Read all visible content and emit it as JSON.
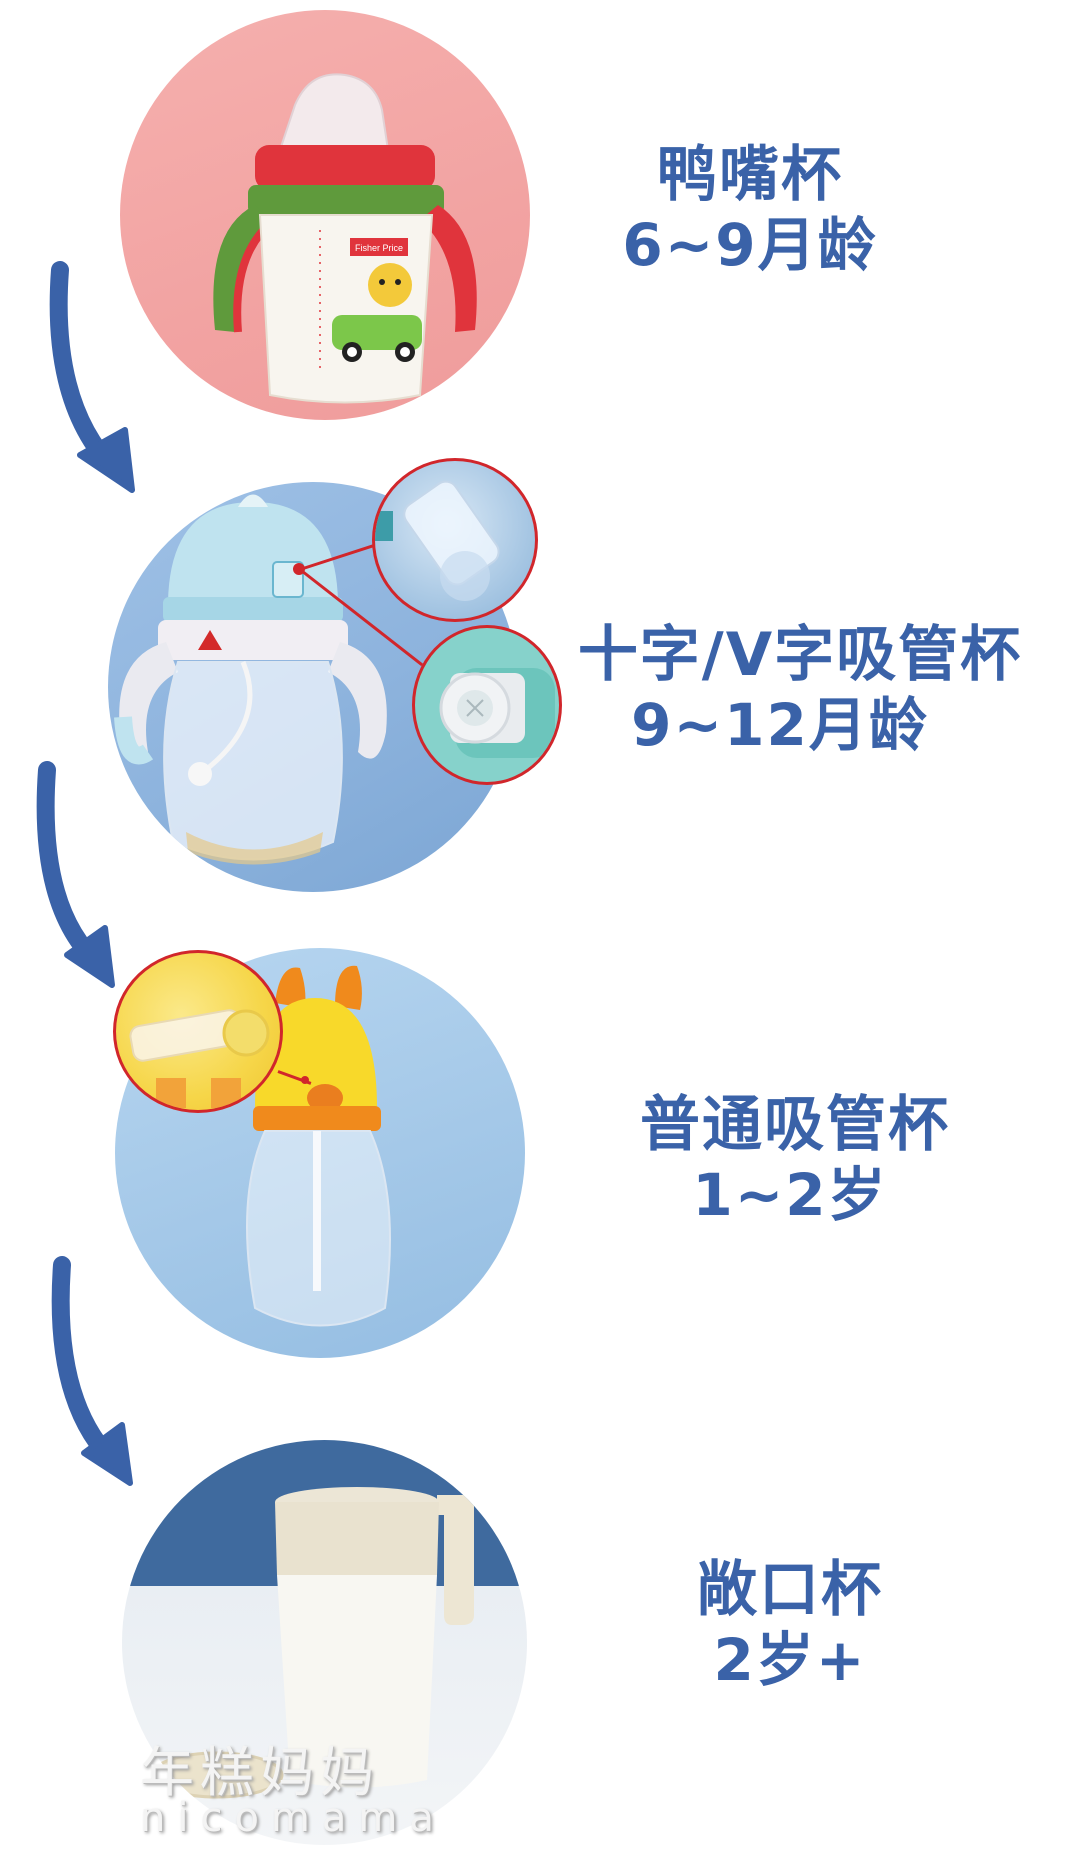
{
  "stages": [
    {
      "title": "鸭嘴杯",
      "age": "6~9月龄",
      "circle_color": "#F2A5A5",
      "image": "sippy-cup-duckbill"
    },
    {
      "title": "十字/V字吸管杯",
      "age": "9~12月龄",
      "circle_color": "#8FB5DE",
      "image": "cross-valve-straw-cup"
    },
    {
      "title": "普通吸管杯",
      "age": "1~2岁",
      "circle_color": "#A9CBEA",
      "image": "straw-cup"
    },
    {
      "title": "敞口杯",
      "age": "2岁+",
      "circle_color": "#3F6A9E",
      "image": "open-cup"
    }
  ],
  "cup1": {
    "brand": "Fisher Price"
  },
  "watermark": {
    "cn": "年糕妈妈",
    "en": "nicomama"
  },
  "colors": {
    "text": "#3A62A8",
    "arrow": "#3A62A8",
    "leader": "#D1262B"
  }
}
